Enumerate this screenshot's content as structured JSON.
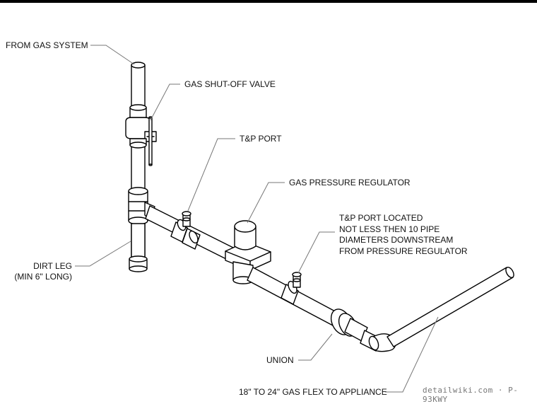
{
  "labels": {
    "from_gas_system": "FROM GAS SYSTEM",
    "shutoff_valve": "GAS SHUT-OFF VALVE",
    "tp_port": "T&P PORT",
    "pressure_regulator": "GAS PRESSURE REGULATOR",
    "tp_port_located": "T&P PORT LOCATED\nNOT LESS THEN 10 PIPE\nDIAMETERS DOWNSTREAM\nFROM PRESSURE REGULATOR",
    "dirt_leg": "DIRT LEG\n(MIN 6\" LONG)",
    "union": "UNION",
    "gas_flex": "18\" TO 24\" GAS FLEX TO APPLIANCE"
  },
  "watermark": "detailwiki.com · P-93KWY",
  "colors": {
    "line": "#000000",
    "leader": "#777777",
    "fill": "#ffffff"
  }
}
